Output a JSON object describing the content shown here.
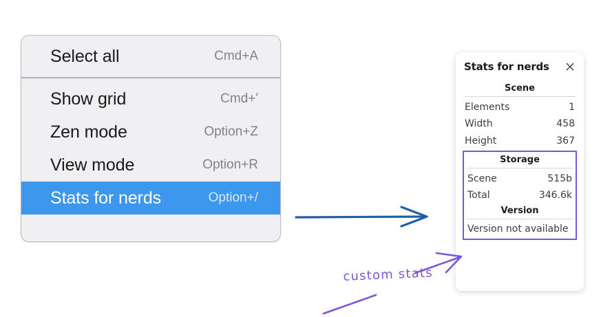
{
  "context_menu": {
    "groups": [
      {
        "items": [
          {
            "label": "Select all",
            "shortcut": "Cmd+A",
            "selected": false
          }
        ]
      },
      {
        "items": [
          {
            "label": "Show grid",
            "shortcut": "Cmd+'",
            "selected": false
          },
          {
            "label": "Zen mode",
            "shortcut": "Option+Z",
            "selected": false
          },
          {
            "label": "View mode",
            "shortcut": "Option+R",
            "selected": false
          },
          {
            "label": "Stats for nerds",
            "shortcut": "Option+/",
            "selected": true
          }
        ]
      }
    ],
    "selected_color": "#3d97ec",
    "background_color": "#f0f0f3"
  },
  "stats_panel": {
    "title": "Stats for nerds",
    "close_icon": "close-icon",
    "sections": [
      {
        "name": "scene",
        "heading": "Scene",
        "rows": [
          {
            "key": "Elements",
            "value": "1"
          },
          {
            "key": "Width",
            "value": "458"
          },
          {
            "key": "Height",
            "value": "367"
          }
        ]
      },
      {
        "name": "storage",
        "heading": "Storage",
        "rows": [
          {
            "key": "Scene",
            "value": "515b"
          },
          {
            "key": "Total",
            "value": "346.6k"
          }
        ]
      },
      {
        "name": "version",
        "heading": "Version",
        "text": "Version not available"
      }
    ],
    "highlight_color": "#7b56d6"
  },
  "annotations": {
    "handwritten_label": "custom stats",
    "blue_arrow_color": "#1f5fa8",
    "purple_color": "#7b56d6"
  }
}
